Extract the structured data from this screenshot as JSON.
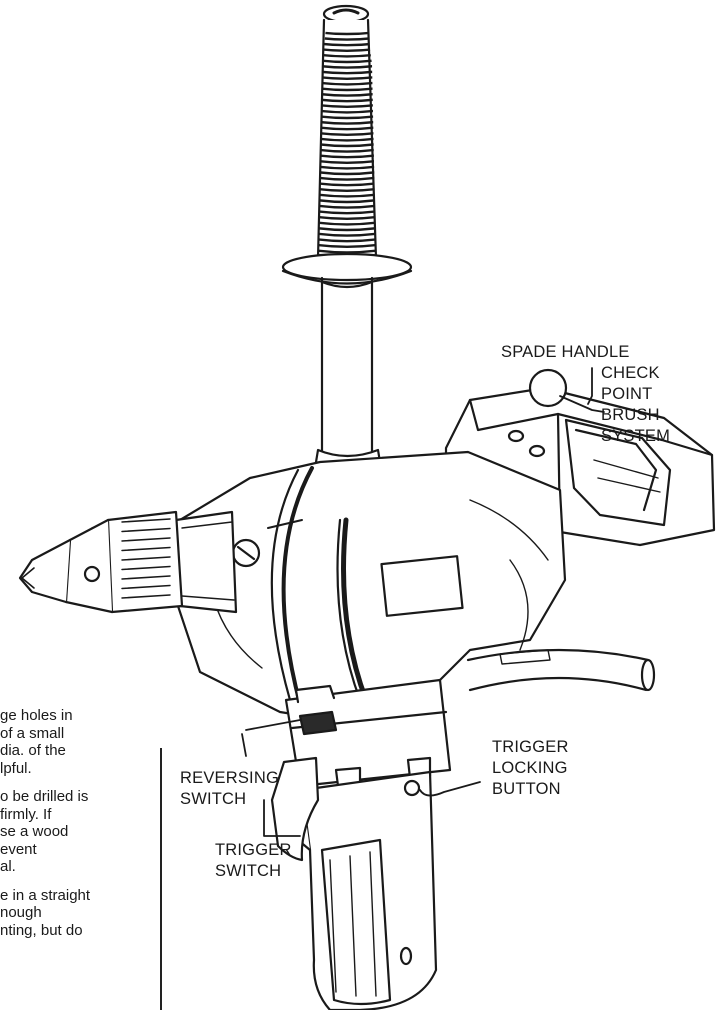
{
  "figure": {
    "callouts": {
      "spade_handle": [
        "SPADE HANDLE"
      ],
      "check_point": [
        "CHECK",
        "POINT",
        "BRUSH",
        "SYSTEM"
      ],
      "reversing_switch": [
        "REVERSING",
        "SWITCH"
      ],
      "trigger_locking": [
        "TRIGGER",
        "LOCKING",
        "BUTTON"
      ],
      "trigger_switch": [
        "TRIGGER",
        "SWITCH"
      ]
    }
  },
  "manual_text": {
    "lines": [
      "ge holes in",
      "of a small",
      "dia. of the",
      "lpful.",
      "",
      "o be drilled is",
      "firmly. If",
      "se a wood",
      "event",
      "al.",
      "",
      "e in a straight",
      "nough",
      "nting, but do"
    ]
  },
  "colors": {
    "ink": "#1a1a1a",
    "paper": "#ffffff",
    "shade": "#2a2a2a"
  }
}
